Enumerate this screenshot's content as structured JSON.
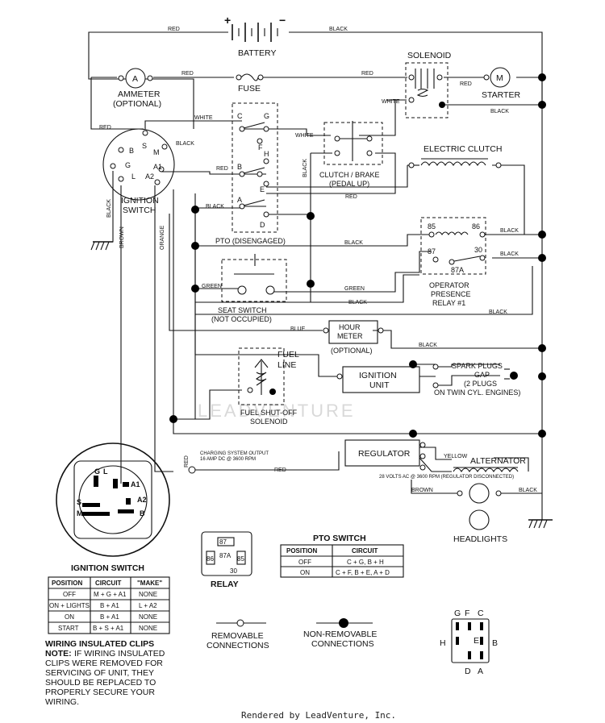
{
  "components": {
    "battery": "BATTERY",
    "battery_pos": "+",
    "battery_neg": "−",
    "solenoid": "SOLENOID",
    "ammeter": "AMMETER",
    "ammeter_opt": "(OPTIONAL)",
    "ammeter_symbol": "A",
    "fuse": "FUSE",
    "starter": "STARTER",
    "starter_symbol": "M",
    "ignition_switch": "IGNITION",
    "ignition_switch2": "SWITCH",
    "pto": "PTO (DISENGAGED)",
    "clutch_brake": "CLUTCH / BRAKE",
    "clutch_brake2": "(PEDAL UP)",
    "electric_clutch": "ELECTRIC CLUTCH",
    "seat_switch": "SEAT SWITCH",
    "seat_switch2": "(NOT OCCUPIED)",
    "operator": "OPERATOR",
    "presence": "PRESENCE",
    "relay1": "RELAY #1",
    "hour": "HOUR",
    "meter": "METER",
    "hour_opt": "(OPTIONAL)",
    "ignition_unit": "IGNITION",
    "ignition_unit2": "UNIT",
    "spark1": "SPARK PLUGS",
    "spark2": "GAP",
    "spark3": "(2 PLUGS",
    "spark4": "ON TWIN CYL. ENGINES)",
    "fuel": "FUEL",
    "line": "LINE",
    "fuel_sol1": "FUEL SHUT-OFF",
    "fuel_sol2": "SOLENOID",
    "regulator": "REGULATOR",
    "alternator": "ALTERNATOR",
    "alt_note": "28 VOLTS AC @ 3600 RPM (REGULATOR DISCONNECTED)",
    "charge1": "CHARGING SYSTEM OUTPUT",
    "charge2": "16 AMP DC @ 3600 RPM",
    "headlights": "HEADLIGHTS",
    "relay_title": "RELAY"
  },
  "wire_colors": {
    "red": "RED",
    "black": "BLACK",
    "white": "WHITE",
    "green": "GREEN",
    "blue": "BLUE",
    "orange": "ORANGE",
    "brown": "BROWN",
    "yellow": "YELLOW"
  },
  "terminals": {
    "ign": [
      "S",
      "M",
      "B",
      "G",
      "L",
      "A1",
      "A2"
    ],
    "pto": [
      "C",
      "G",
      "F",
      "H",
      "B",
      "E",
      "A",
      "D"
    ],
    "relay_pins": [
      "85",
      "86",
      "87",
      "30",
      "87A"
    ],
    "relay_sym": [
      "87",
      "86",
      "87A",
      "85",
      "30"
    ],
    "bottom_conn": [
      "G",
      "F",
      "C",
      "H",
      "E",
      "B",
      "D",
      "A"
    ],
    "plug_letters": [
      "G",
      "L",
      "A1",
      "A2",
      "S",
      "M",
      "B"
    ]
  },
  "ignition_table": {
    "title": "IGNITION SWITCH",
    "headers": [
      "POSITION",
      "CIRCUIT",
      "\"MAKE\""
    ],
    "rows": [
      [
        "OFF",
        "M + G + A1",
        "NONE"
      ],
      [
        "ON + LIGHTS",
        "B + A1",
        "L + A2"
      ],
      [
        "ON",
        "B + A1",
        "NONE"
      ],
      [
        "START",
        "B + S + A1",
        "NONE"
      ]
    ]
  },
  "pto_table": {
    "title": "PTO SWITCH",
    "headers": [
      "POSITION",
      "CIRCUIT"
    ],
    "rows": [
      [
        "OFF",
        "C + G, B + H"
      ],
      [
        "ON",
        "C + F, B + E, A + D"
      ]
    ]
  },
  "legend": {
    "removable1": "REMOVABLE",
    "removable2": "CONNECTIONS",
    "nonremovable1": "NON-REMOVABLE",
    "nonremovable2": "CONNECTIONS"
  },
  "notes": {
    "heading": "WIRING INSULATED CLIPS",
    "note_label": "NOTE:",
    "lines": [
      "IF WIRING INSULATED",
      "CLIPS WERE REMOVED FOR",
      "SERVICING OF UNIT, THEY",
      "SHOULD BE REPLACED TO",
      "PROPERLY SECURE YOUR",
      "WIRING."
    ]
  },
  "watermark": "LEADVENTURE",
  "footer": "Rendered by LeadVenture, Inc."
}
